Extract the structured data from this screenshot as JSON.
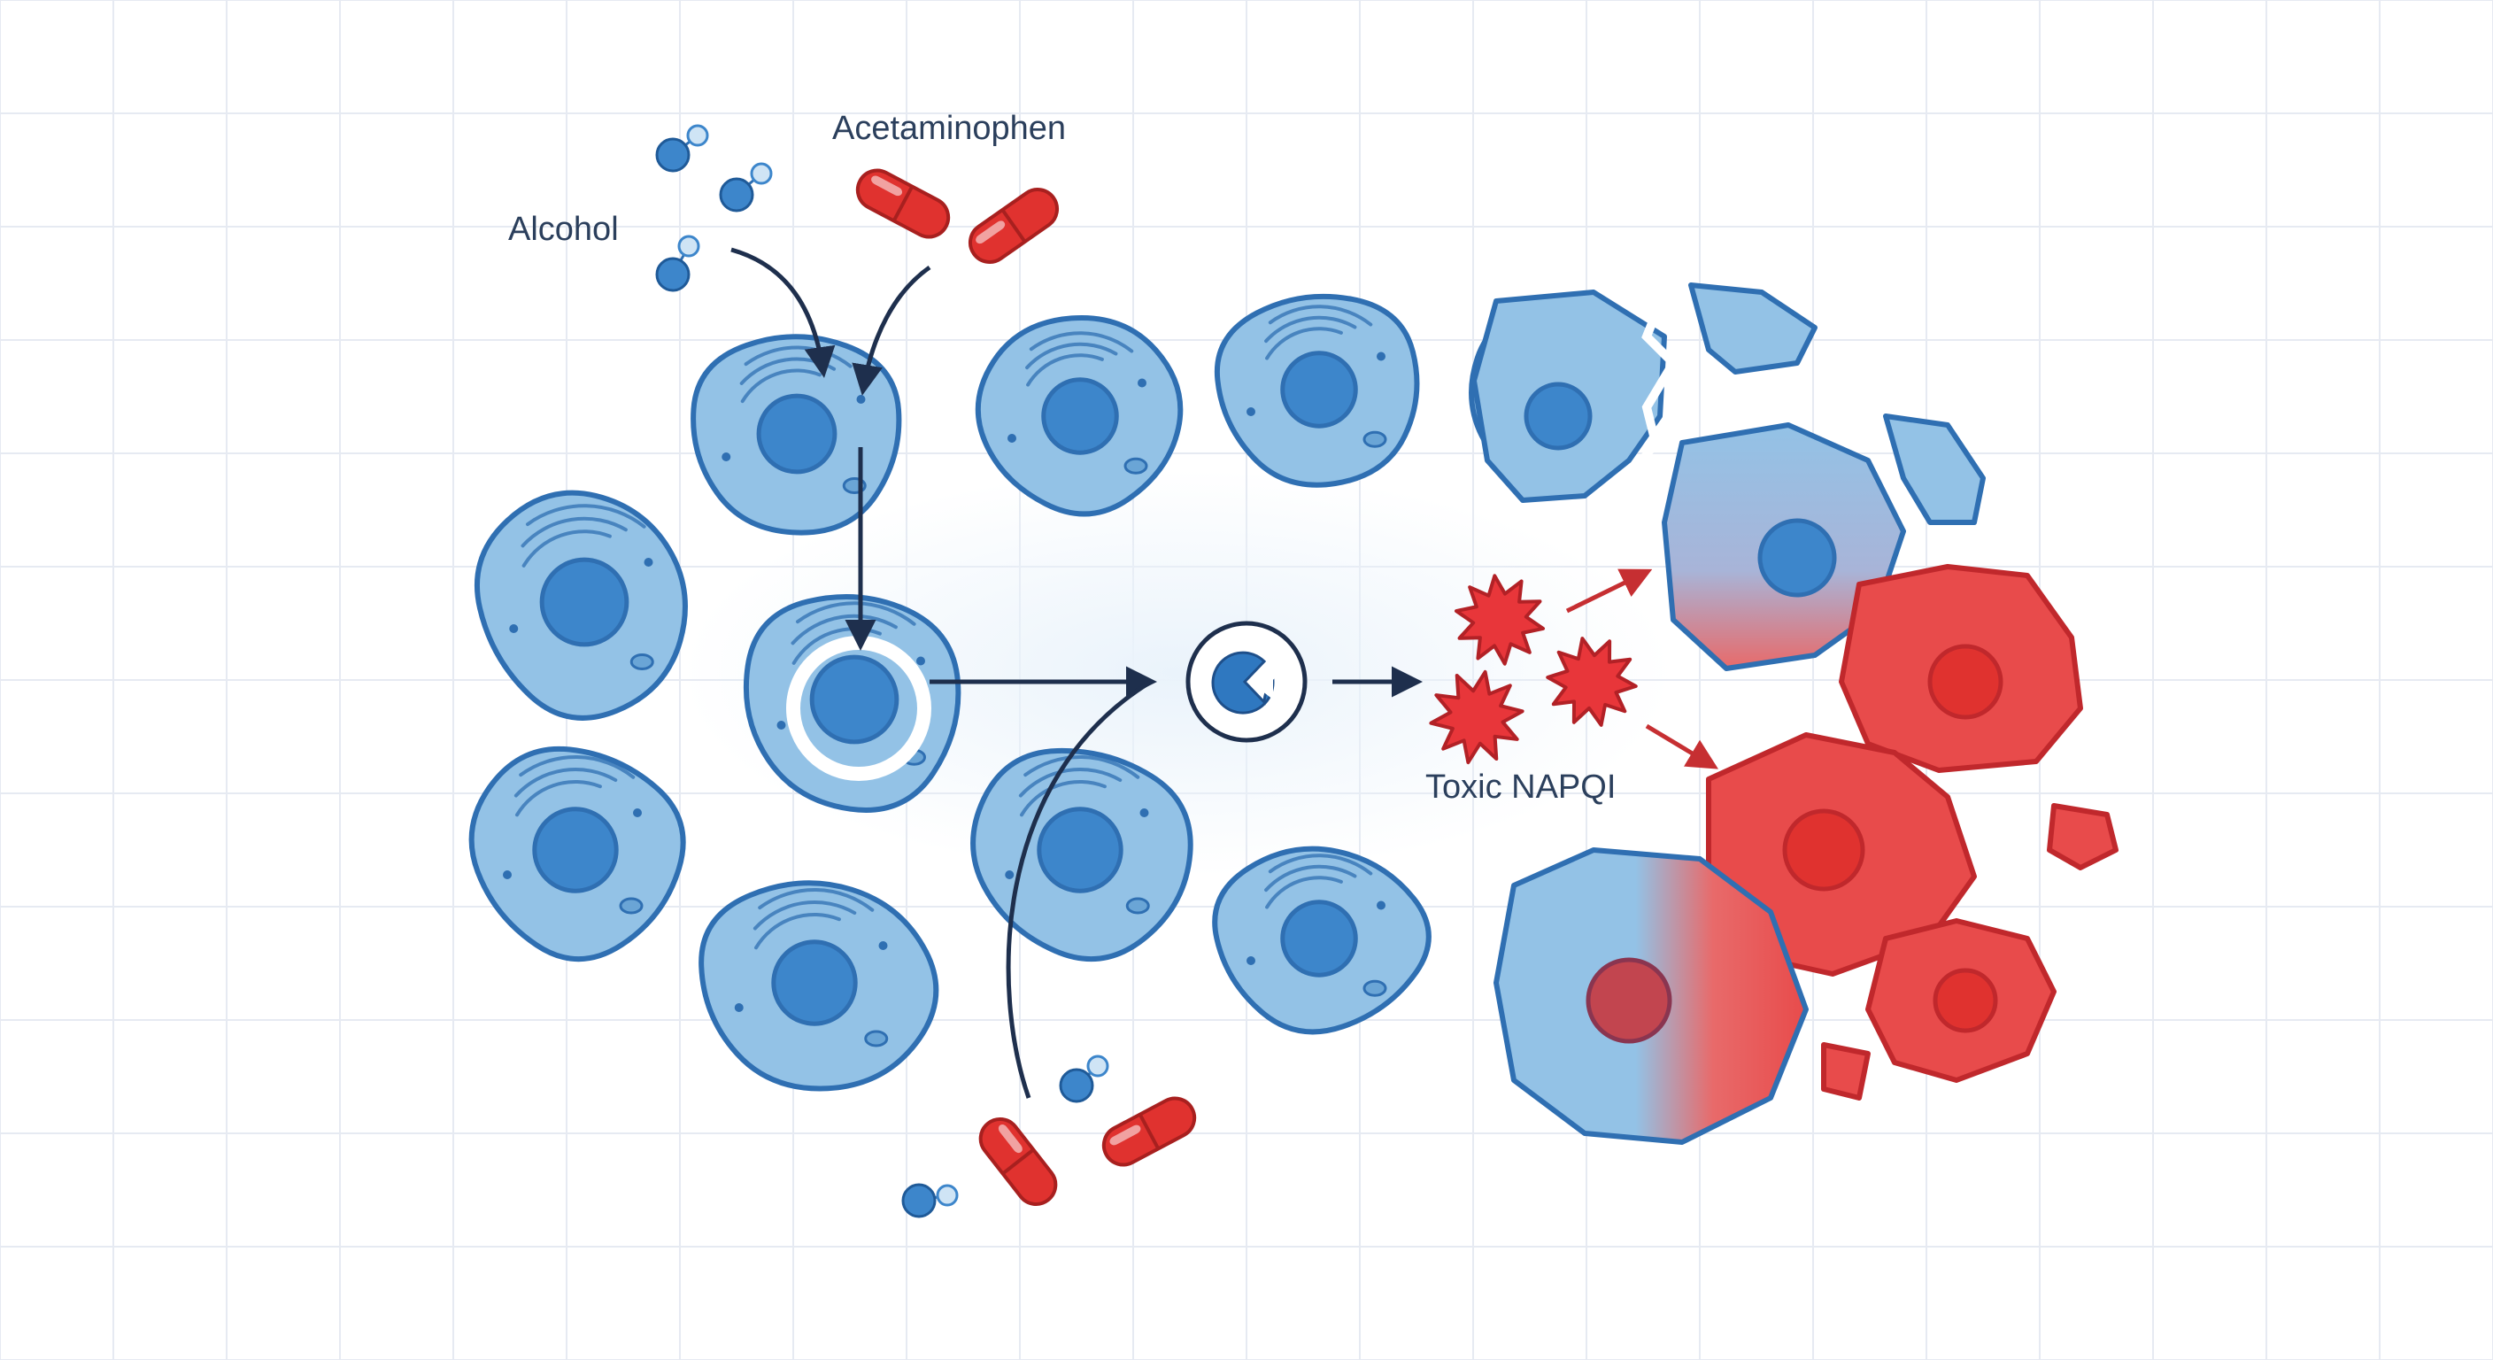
{
  "labels": {
    "acetaminophen": "Acetaminophen",
    "alcohol": "Alcohol",
    "toxic_napqi": "Toxic NAPQI"
  },
  "colors": {
    "background": "#ffffff",
    "grid": "#e6eaf2",
    "healthy_cell_fill": "#93c2e6",
    "healthy_cell_stroke": "#2f6fb2",
    "nucleus_fill": "#3d86cb",
    "damaged_cell_fill": "#e84b4b",
    "damaged_cell_stroke": "#c0282c",
    "pill_red": "#e0322f",
    "pill_white": "#ffffff",
    "arrow_navy": "#1e2f4d",
    "arrow_red": "#c62f32",
    "toxin_red": "#e8363a",
    "enzyme_blue": "#2f78c0"
  },
  "icons": {
    "pill": "capsule-icon",
    "molecule": "ethanol-molecule-icon",
    "enzyme": "enzyme-icon",
    "toxin": "toxin-burst-icon"
  }
}
